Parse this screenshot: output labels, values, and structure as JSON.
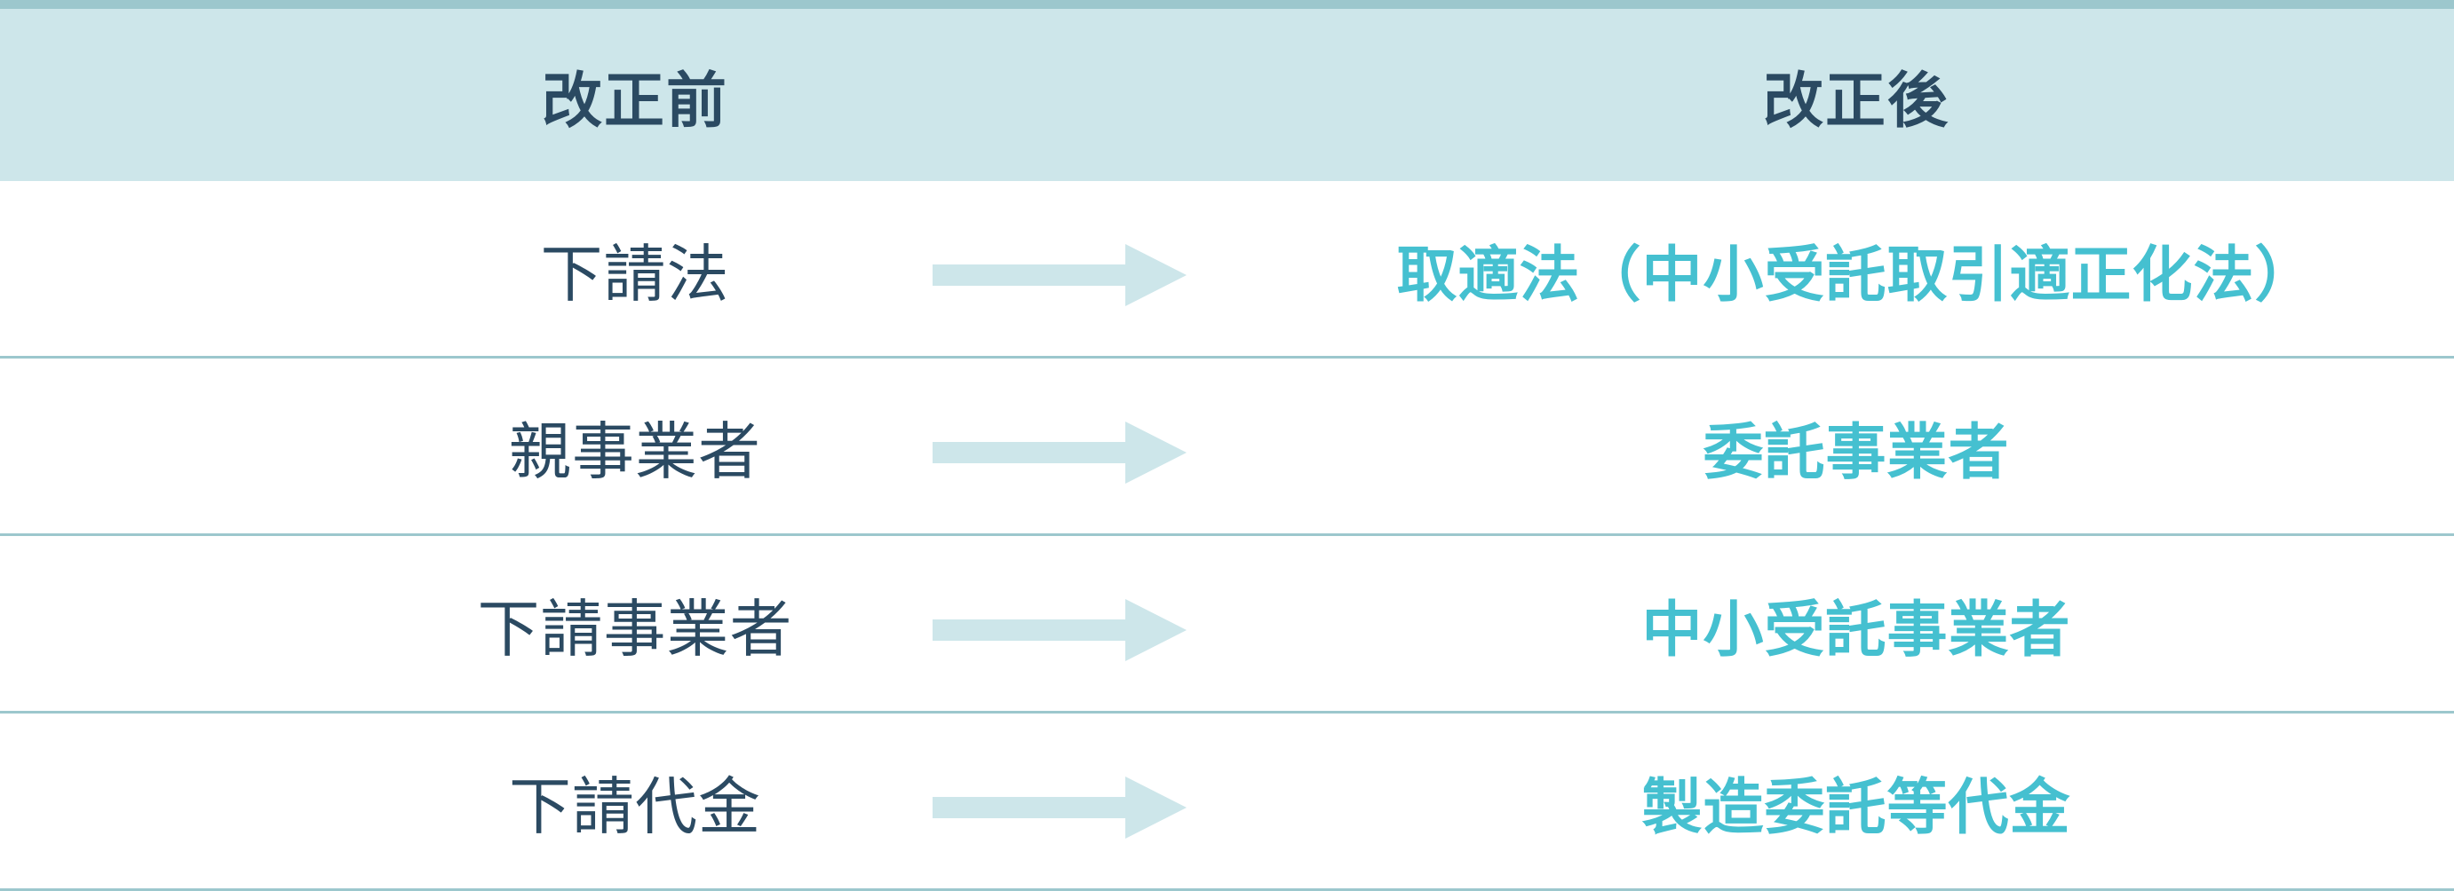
{
  "colors": {
    "header_bg": "#cde6ea",
    "rule": "#9cc7cd",
    "before_text": "#2b4a62",
    "after_text": "#45c0d0",
    "arrow": "#cde6ea"
  },
  "header": {
    "before_label": "改正前",
    "after_label": "改正後"
  },
  "rows": [
    {
      "before": "下請法",
      "arrow_icon": "right-arrow-icon",
      "after": "取適法（中小受託取引適正化法）"
    },
    {
      "before": "親事業者",
      "arrow_icon": "right-arrow-icon",
      "after": "委託事業者"
    },
    {
      "before": "下請事業者",
      "arrow_icon": "right-arrow-icon",
      "after": "中小受託事業者"
    },
    {
      "before": "下請代金",
      "arrow_icon": "right-arrow-icon",
      "after": "製造委託等代金"
    }
  ]
}
